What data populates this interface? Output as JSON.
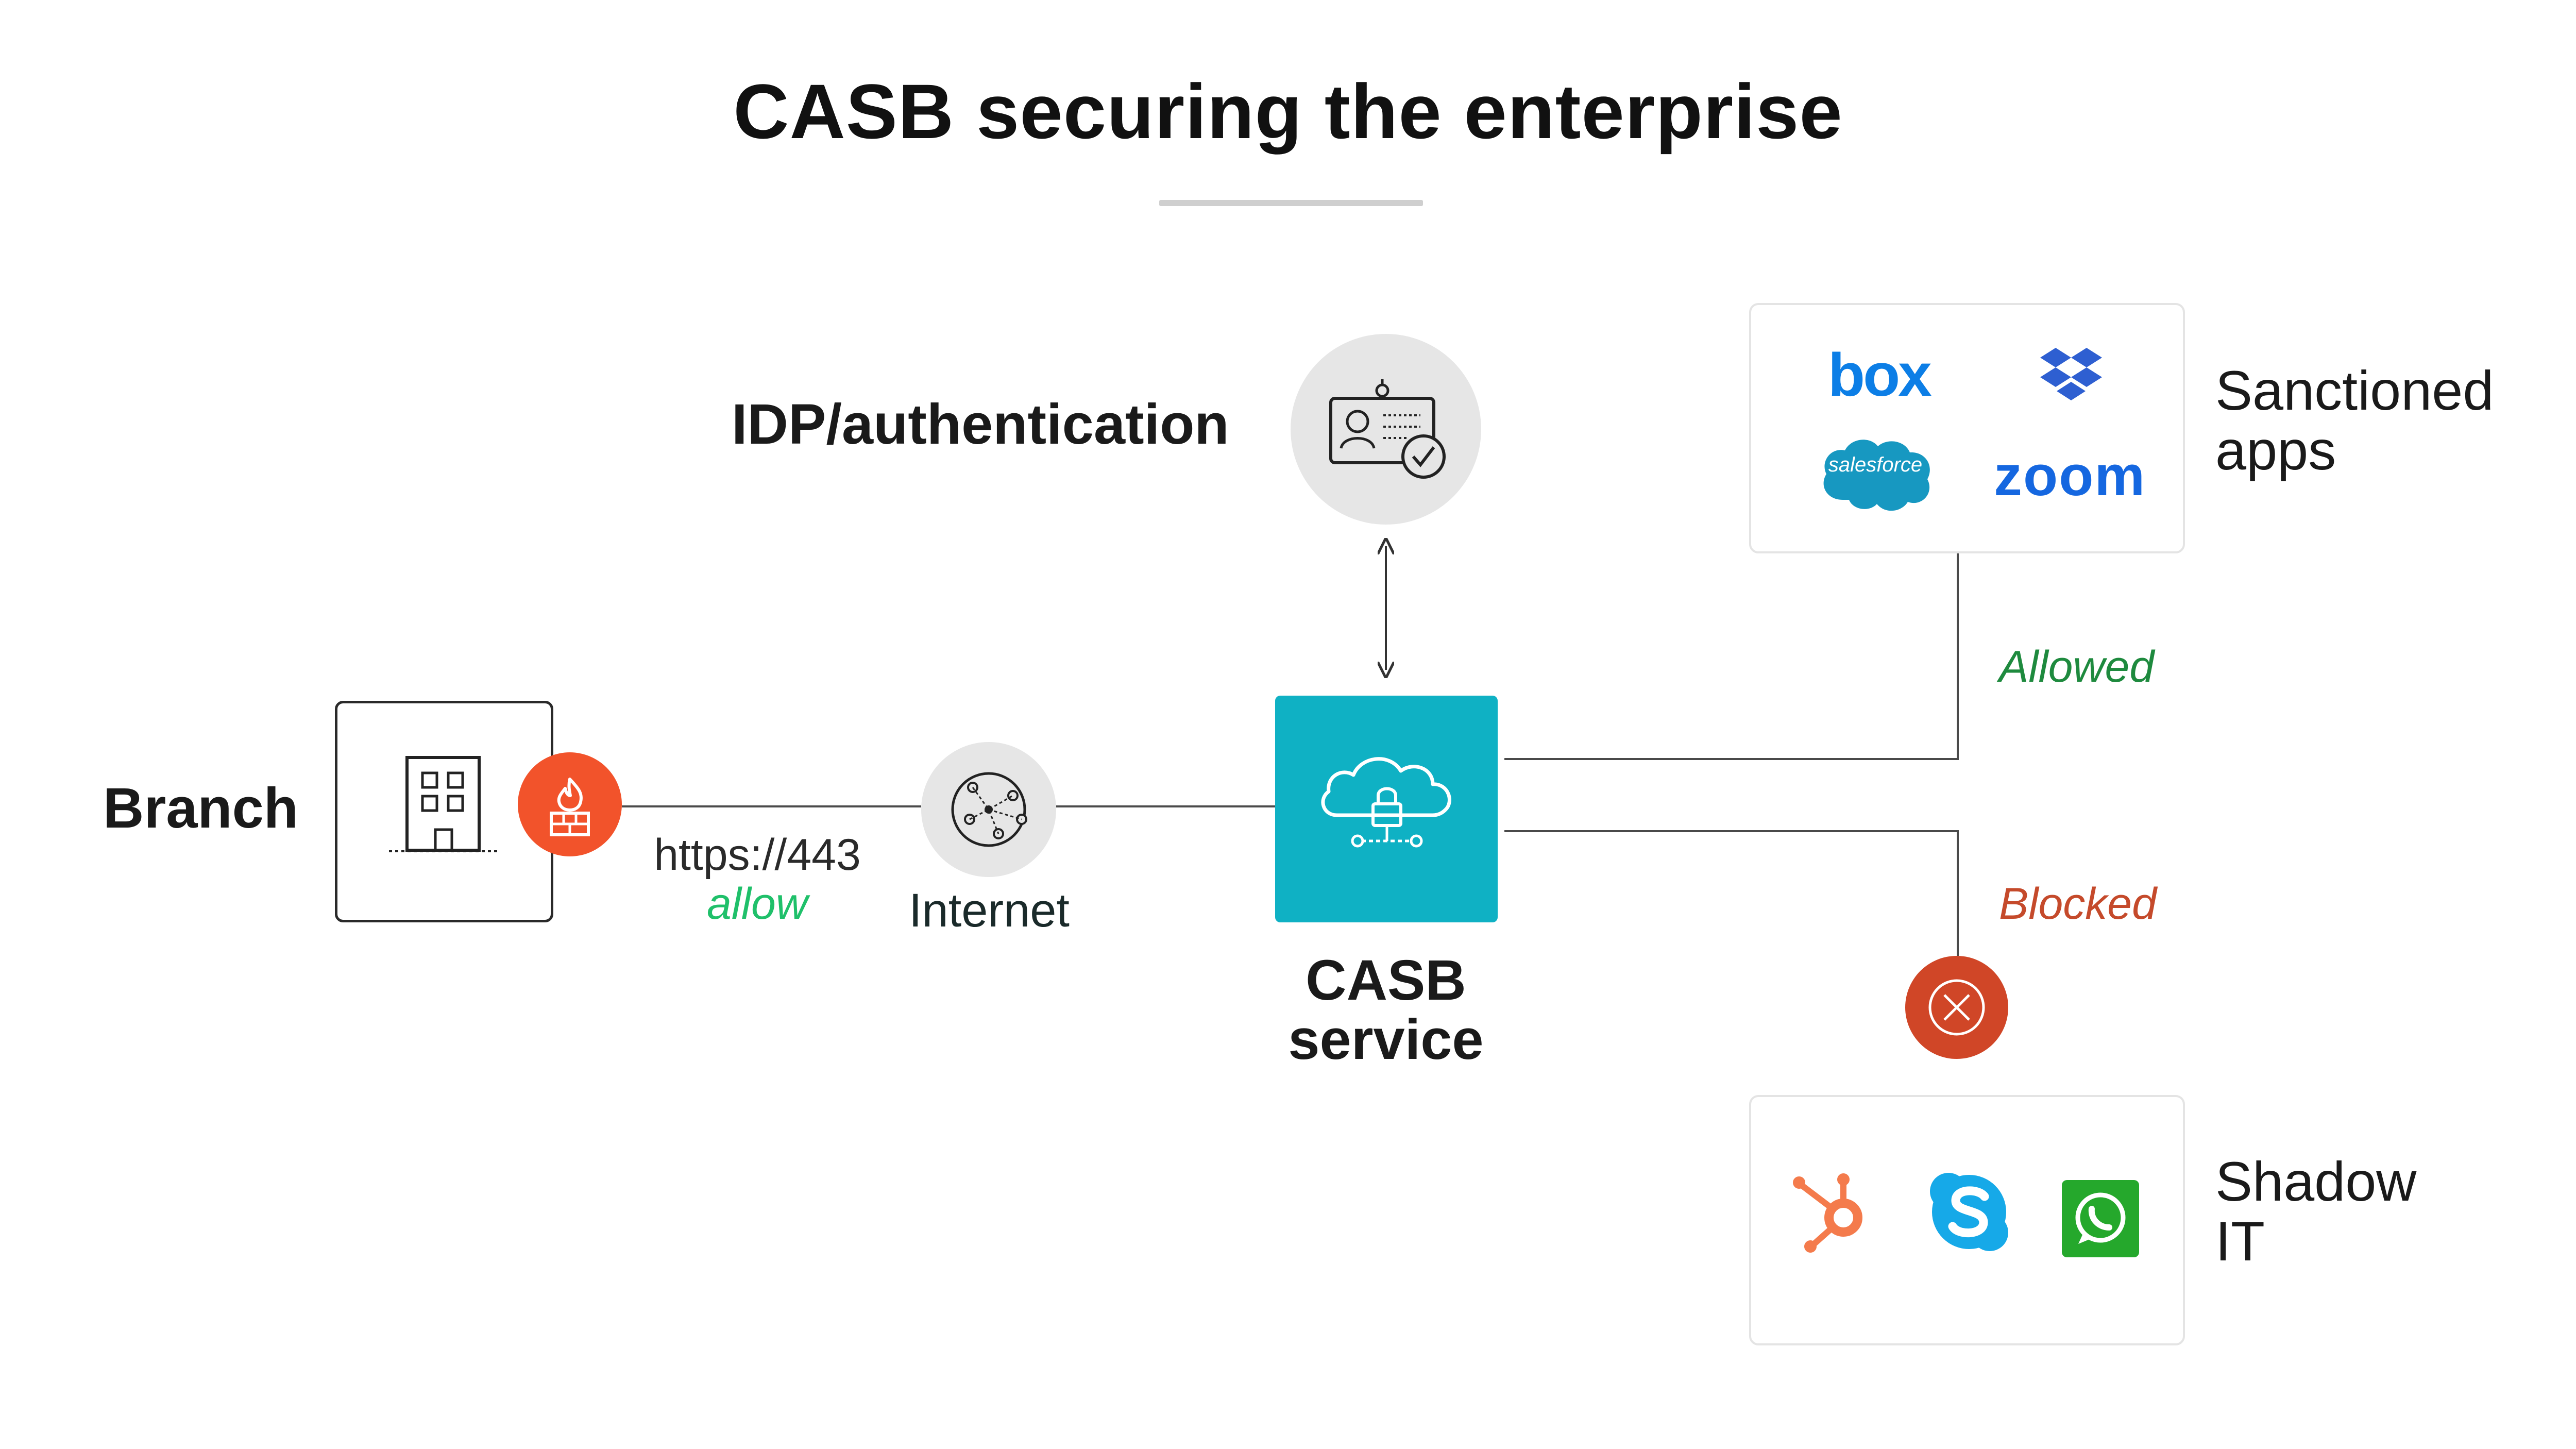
{
  "title": "CASB securing the enterprise",
  "nodes": {
    "branch": "Branch",
    "idp": "IDP/authentication",
    "internet": "Internet",
    "casb": [
      "CASB",
      "service"
    ],
    "sanctioned": [
      "Sanctioned",
      "apps"
    ],
    "shadow": [
      "Shadow",
      "IT"
    ]
  },
  "edges": {
    "https": "https://443",
    "allow": "allow",
    "allowed": "Allowed",
    "blocked": "Blocked"
  },
  "logos": {
    "box": "box",
    "zoom": "zoom",
    "salesforce": "salesforce",
    "dropbox": "dropbox-icon",
    "hubspot": "hubspot-icon",
    "skype": "skype-icon",
    "whatsapp": "whatsapp-icon"
  },
  "colors": {
    "casb": "#0fb1c4",
    "firewall": "#f2532b",
    "blocked": "#c54a2b",
    "allowed": "#1e8a3e",
    "allow": "#1fc06a",
    "box": "#0c7ee6",
    "zoom": "#1567e0",
    "salesforce": "#1798c1",
    "dropbox": "#2e5fd1",
    "hubspot": "#f47b4c",
    "skype": "#16a9e8",
    "whatsapp": "#25a82c"
  }
}
